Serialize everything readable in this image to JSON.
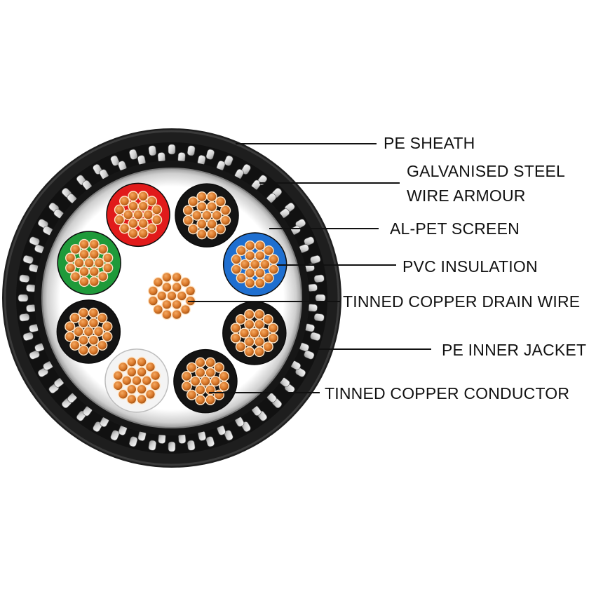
{
  "labels": {
    "pe_sheath": "PE SHEATH",
    "armour_line1": "GALVANISED STEEL",
    "armour_line2": "WIRE ARMOUR",
    "al_pet_screen": "AL-PET SCREEN",
    "pvc_insulation": "PVC INSULATION",
    "drain_wire": "TINNED COPPER DRAIN WIRE",
    "inner_jacket": "PE INNER JACKET",
    "conductor": "TINNED COPPER CONDUCTOR"
  },
  "colors": {
    "sheath": "#1f1f1f",
    "armour_wire": "#d4d4d4",
    "screen": "#e6e6e6",
    "copper": "#d9782a",
    "core_red": "#e11b1b",
    "core_green": "#1f9a3a",
    "core_blue": "#1f6fd0",
    "core_black": "#141414",
    "core_white": "#f4f4f4",
    "leader_line": "#111111"
  },
  "cores": [
    {
      "name": "core-red",
      "color": "red"
    },
    {
      "name": "core-black-top",
      "color": "black"
    },
    {
      "name": "core-blue",
      "color": "blue"
    },
    {
      "name": "core-black-right",
      "color": "black"
    },
    {
      "name": "core-black-bottom",
      "color": "black"
    },
    {
      "name": "core-white",
      "color": "white"
    },
    {
      "name": "core-black-left",
      "color": "black"
    },
    {
      "name": "core-green",
      "color": "green"
    }
  ]
}
